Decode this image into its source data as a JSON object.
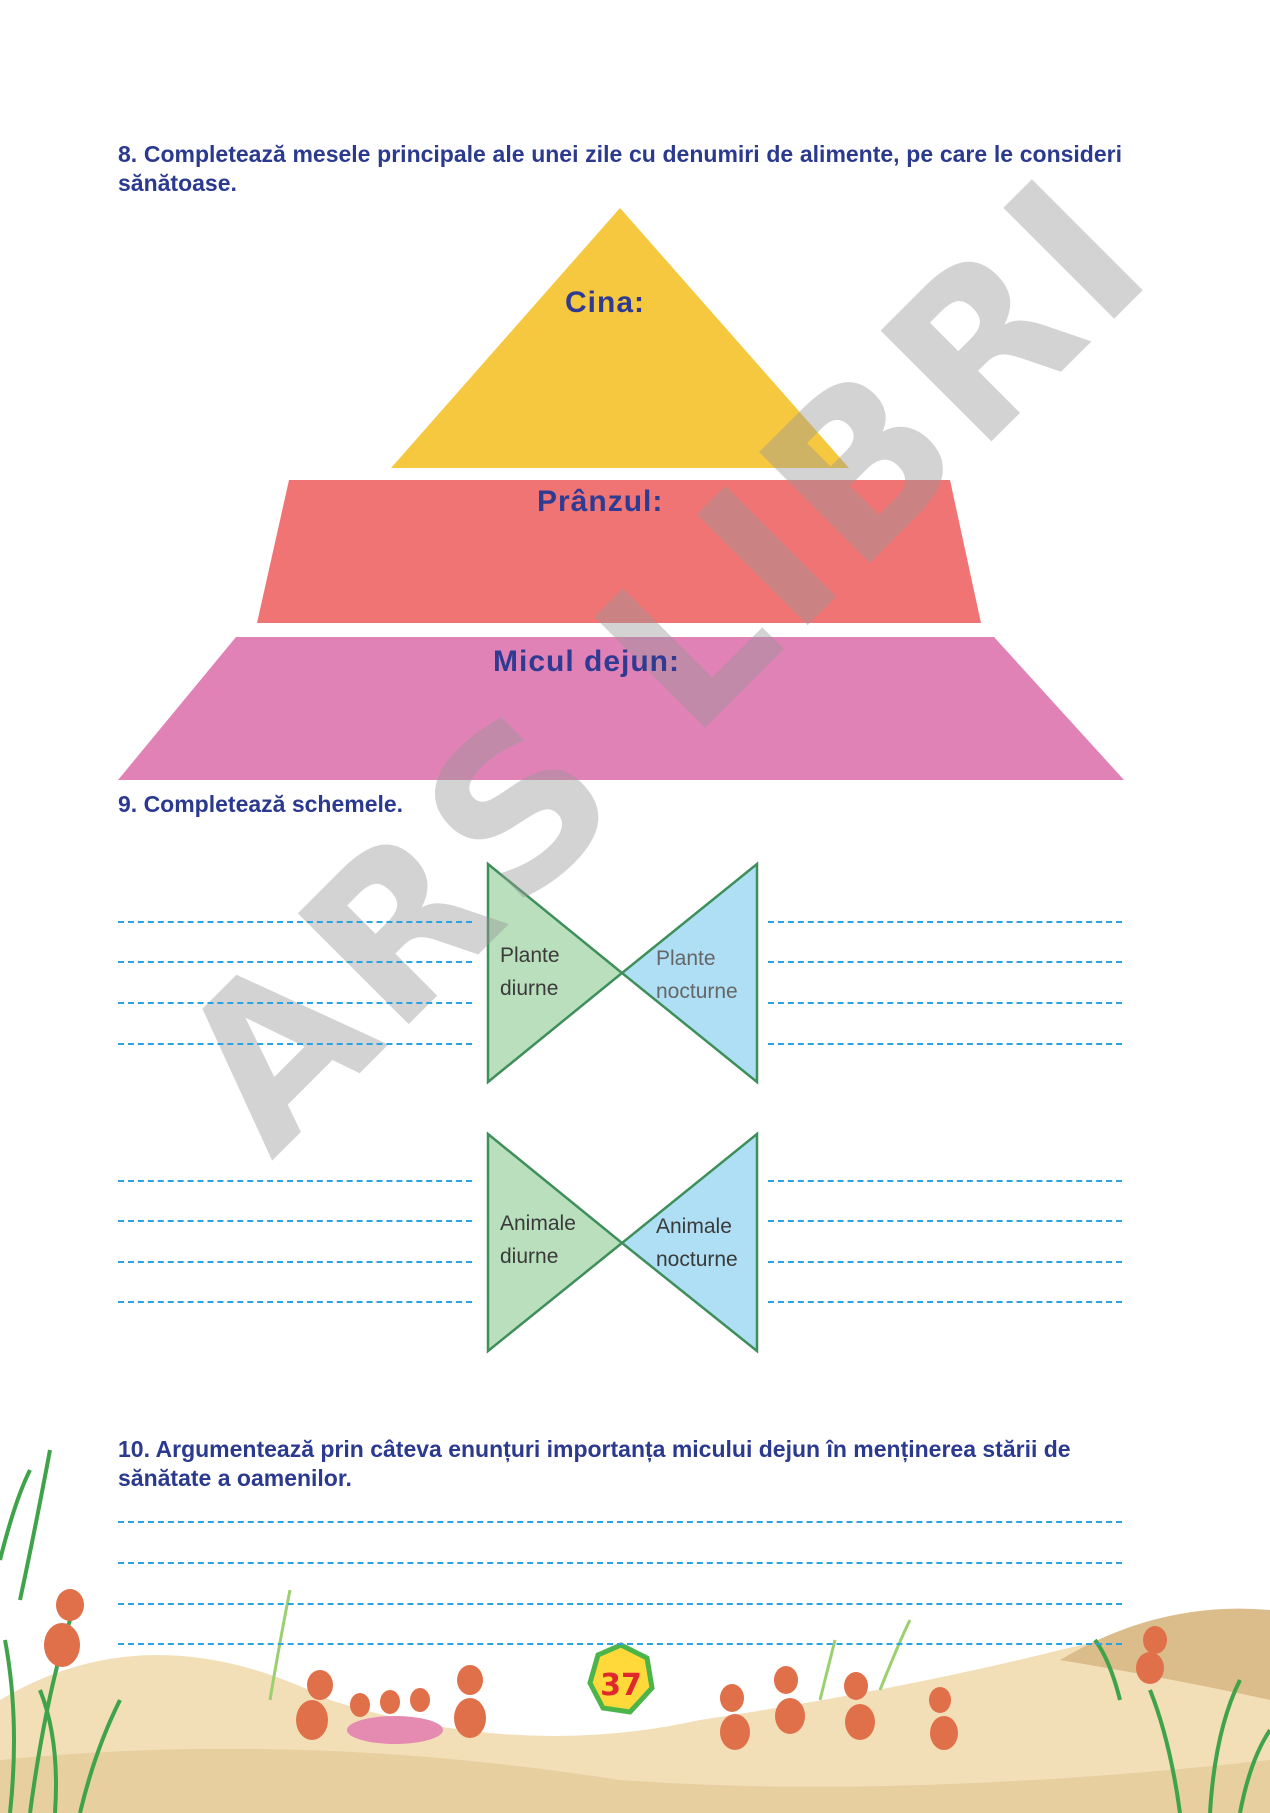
{
  "q8": {
    "text": "8. Completează mesele principale ale unei zile cu denumiri de alimente, pe care le consideri sănătoase."
  },
  "pyramid": {
    "top": {
      "label": "Cina:",
      "color": "#f6c840"
    },
    "middle": {
      "label": "Prânzul:",
      "color": "#f07474"
    },
    "bottom": {
      "label": "Micul dejun:",
      "color": "#e082b6"
    }
  },
  "q9": {
    "text": "9. Completează schemele."
  },
  "scheme1": {
    "left_label_1": "Plante",
    "left_label_2": "diurne",
    "right_label_1": "Plante",
    "right_label_2": "nocturne"
  },
  "scheme2": {
    "left_label_1": "Animale",
    "left_label_2": "diurne",
    "right_label_1": "Animale",
    "right_label_2": "nocturne"
  },
  "q10": {
    "text": "10. Argumentează prin câteva enunțuri importanța micului dejun în menținerea stării de sănătate a oamenilor."
  },
  "watermark": "ARS LIBRI",
  "page_number": "37",
  "colors": {
    "heading": "#2b3a8f",
    "dash": "#2ba3e0",
    "bow_left": "#b9dfbd",
    "bow_right": "#aedff4",
    "bow_stroke": "#3f8f5b"
  }
}
